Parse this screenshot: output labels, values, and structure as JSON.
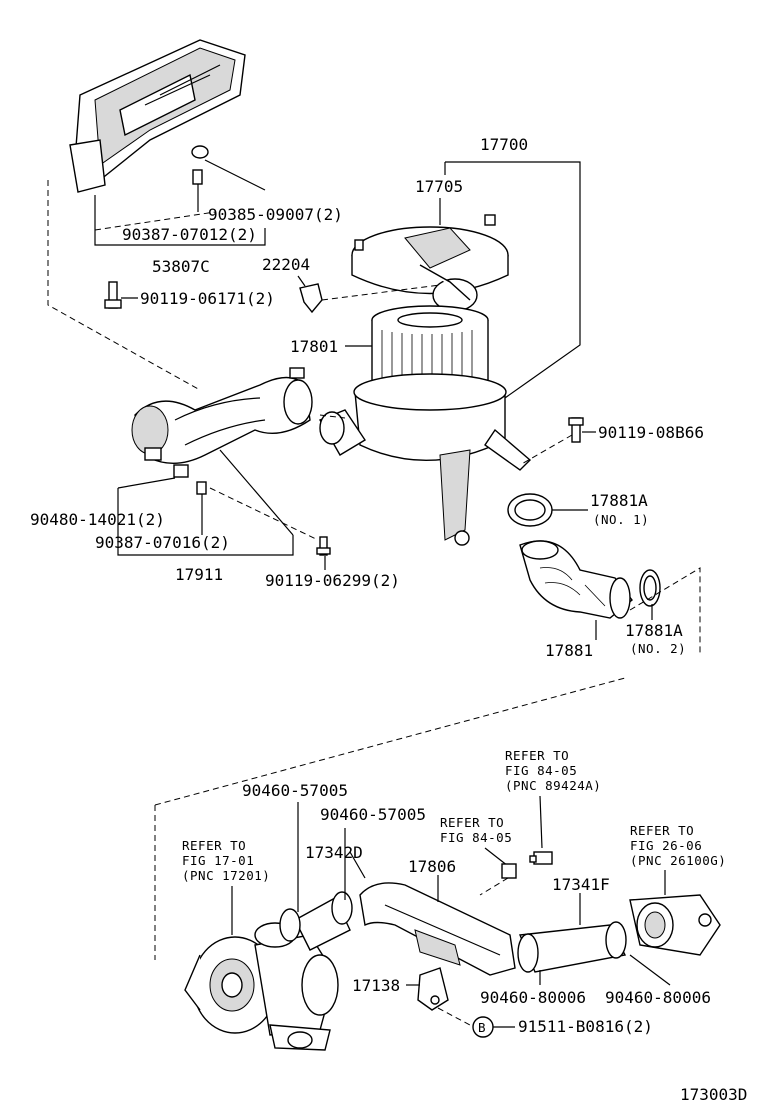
{
  "figure_id": "173003D",
  "labels": {
    "p17700": "17700",
    "p17705": "17705",
    "p90385": "90385-09007(2)",
    "p90387a": "90387-07012(2)",
    "p53807c": "53807C",
    "p22204": "22204",
    "p90119a": "90119-06171(2)",
    "p17801": "17801",
    "p90119b": "90119-08B66",
    "p90480": "90480-14021(2)",
    "p90387b": "90387-07016(2)",
    "p17911": "17911",
    "p90119c": "90119-06299(2)",
    "p17881a": "17881A",
    "p17881a_no1": "(NO. 1)",
    "p17881": "17881",
    "p17881a2": "17881A",
    "p17881a_no2": "(NO. 2)",
    "p90460a": "90460-57005",
    "p90460b": "90460-57005",
    "p17342d": "17342D",
    "p17806": "17806",
    "p17341f": "17341F",
    "p17138": "17138",
    "p90460c": "90460-80006",
    "p90460d": "90460-80006",
    "p91511": "91511-B0816(2)",
    "p91511_marker": "B"
  },
  "refs": {
    "r1_line1": "REFER TO",
    "r1_line2": "FIG 17-01",
    "r1_line3": "(PNC 17201)",
    "r2_line1": "REFER TO",
    "r2_line2": "FIG 84-05",
    "r3_line1": "REFER TO",
    "r3_line2": "FIG 84-05",
    "r3_line3": "(PNC 89424A)",
    "r4_line1": "REFER TO",
    "r4_line2": "FIG 26-06",
    "r4_line3": "(PNC 26100G)"
  }
}
